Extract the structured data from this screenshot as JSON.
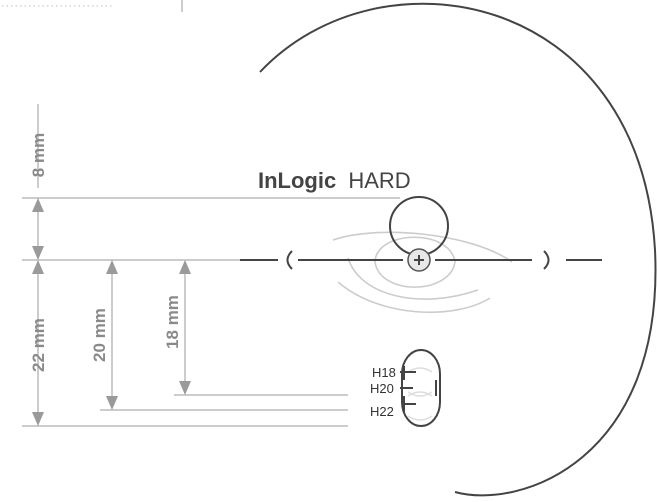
{
  "title": {
    "brand": "InLogic",
    "model": "HARD"
  },
  "dimensions": {
    "upper": "8 mm",
    "lower": "22 mm",
    "middle": "20 mm",
    "inner": "18 mm"
  },
  "sizes": [
    "H18",
    "H20",
    "H22"
  ],
  "colors": {
    "outline": "#444444",
    "dimension_line": "#9a9a9a",
    "eye_sketch": "#cccccc",
    "center_mark_fill": "#e8e8e8"
  },
  "icons": [
    "plus-icon"
  ]
}
